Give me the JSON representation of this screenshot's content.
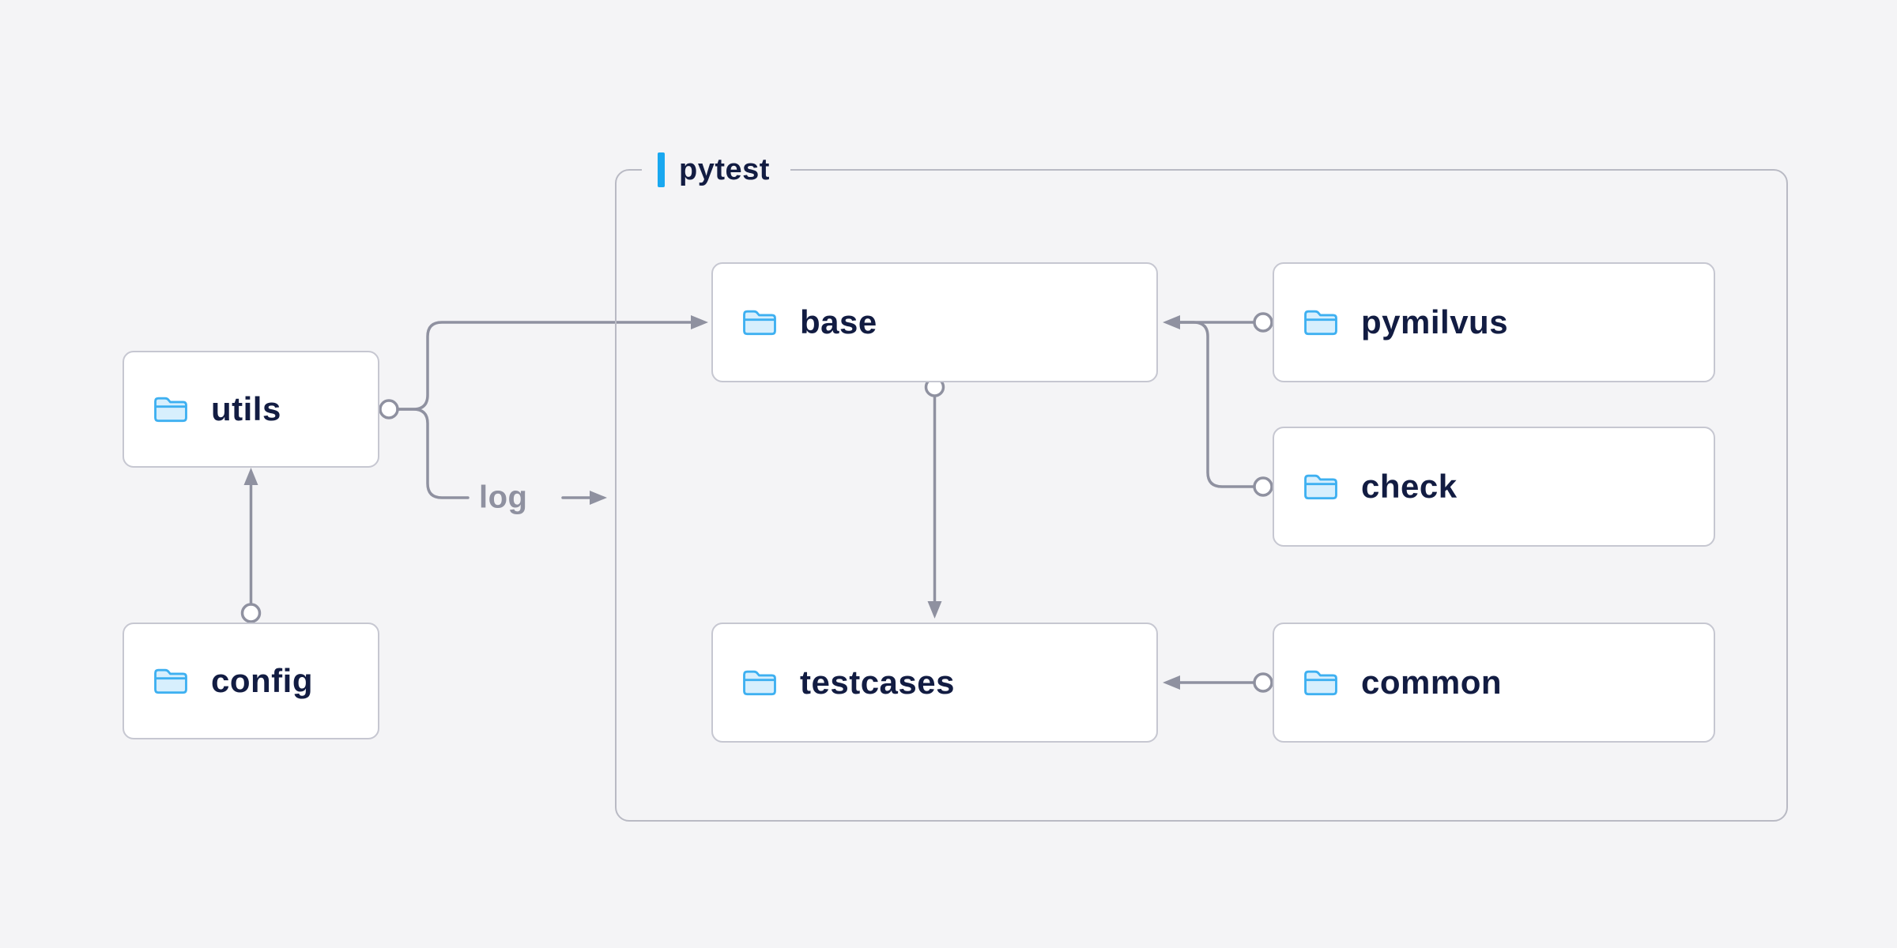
{
  "page": {
    "background": "#f4f4f6"
  },
  "diagram": {
    "group": {
      "label": "pytest",
      "accent_color": "#19a8f0"
    },
    "nodes": [
      {
        "id": "utils",
        "label": "utils",
        "icon": "folder-icon"
      },
      {
        "id": "config",
        "label": "config",
        "icon": "folder-icon"
      },
      {
        "id": "base",
        "label": "base",
        "icon": "folder-icon"
      },
      {
        "id": "pymilvus",
        "label": "pymilvus",
        "icon": "folder-icon"
      },
      {
        "id": "check",
        "label": "check",
        "icon": "folder-icon"
      },
      {
        "id": "testcases",
        "label": "testcases",
        "icon": "folder-icon"
      },
      {
        "id": "common",
        "label": "common",
        "icon": "folder-icon"
      }
    ],
    "edge_label": "log",
    "edges": [
      {
        "from": "config",
        "to": "utils"
      },
      {
        "from": "utils",
        "to": "base"
      },
      {
        "from": "utils",
        "to": "log",
        "label": "log"
      },
      {
        "from": "base",
        "to": "testcases"
      },
      {
        "from": "pymilvus",
        "to": "base"
      },
      {
        "from": "check",
        "to": "base"
      },
      {
        "from": "common",
        "to": "testcases"
      }
    ],
    "colors": {
      "accent_blue": "#19a8f0",
      "folder_blue": "#3eb0f1",
      "folder_fill": "#d7effd",
      "line_gray": "#8f91a0",
      "text_navy": "#121c42",
      "node_background": "#ffffff",
      "node_border": "#c6c7d1",
      "group_border": "#b9bac4",
      "page_background": "#f4f4f6"
    }
  }
}
